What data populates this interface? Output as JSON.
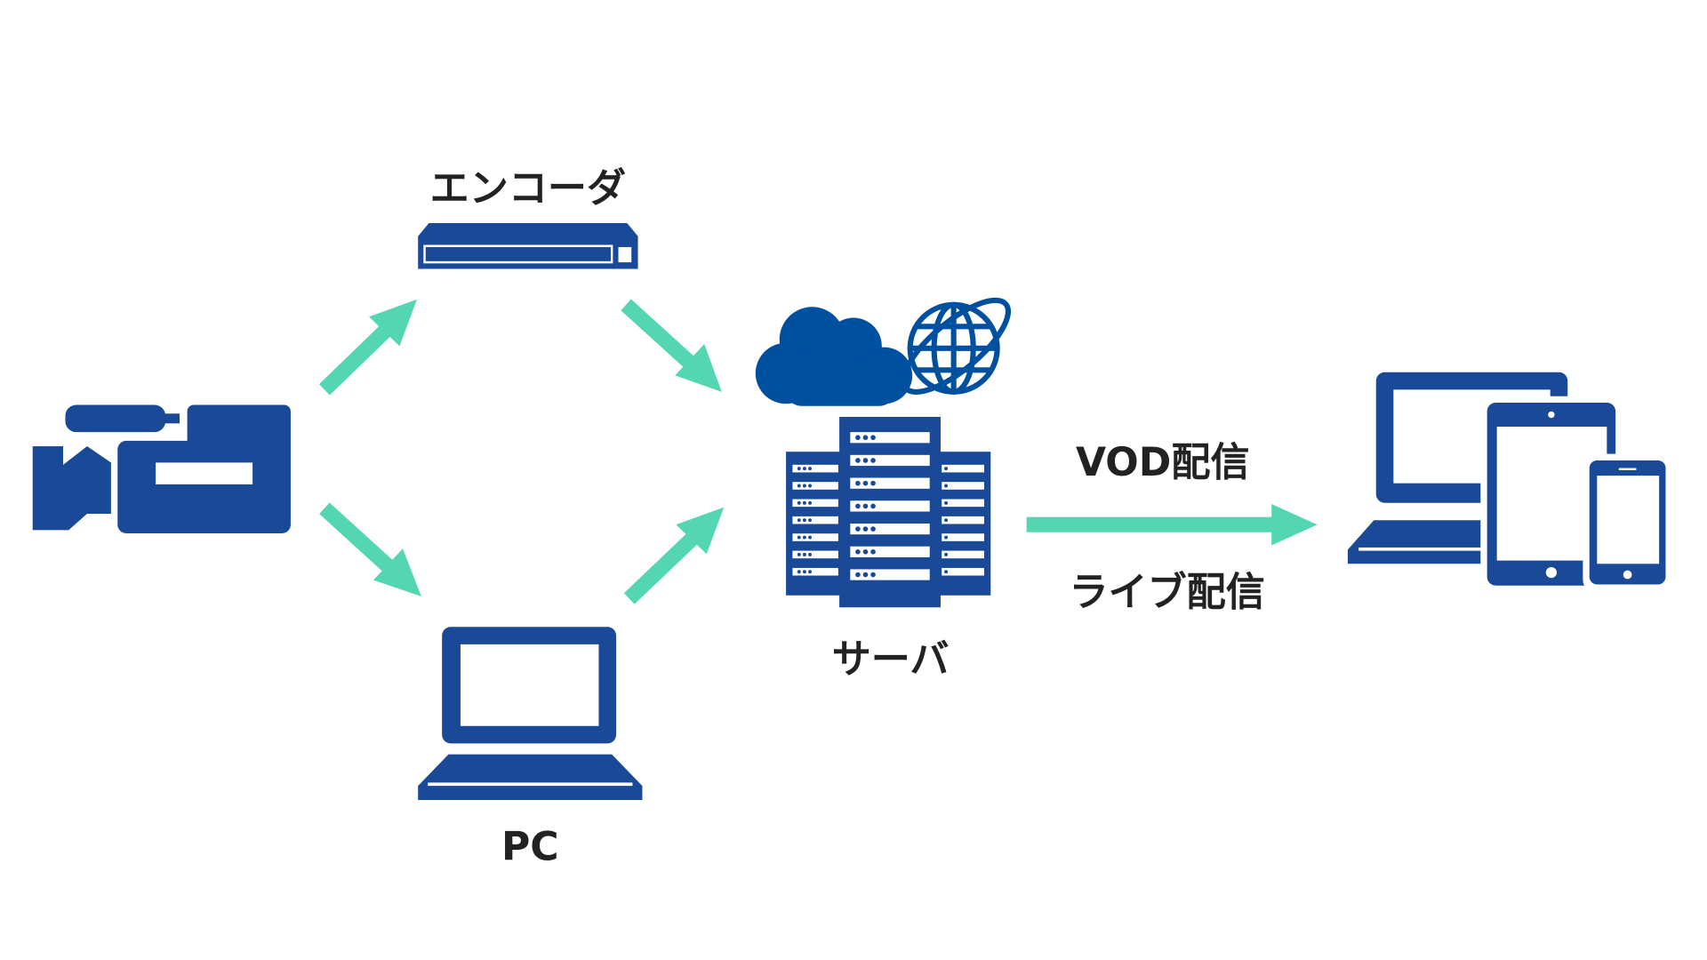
{
  "labels": {
    "encoder": "エンコーダ",
    "pc": "PC",
    "server": "サーバ",
    "vod": "VOD配信",
    "live": "ライブ配信"
  },
  "colors": {
    "icon_blue": "#1a4a97",
    "cloud_blue": "#0050a0",
    "arrow_green": "#55d6b2"
  },
  "icons": [
    "video-camera-icon",
    "encoder-icon",
    "laptop-icon",
    "cloud-icon",
    "globe-icon",
    "server-icon",
    "multi-device-icon"
  ]
}
